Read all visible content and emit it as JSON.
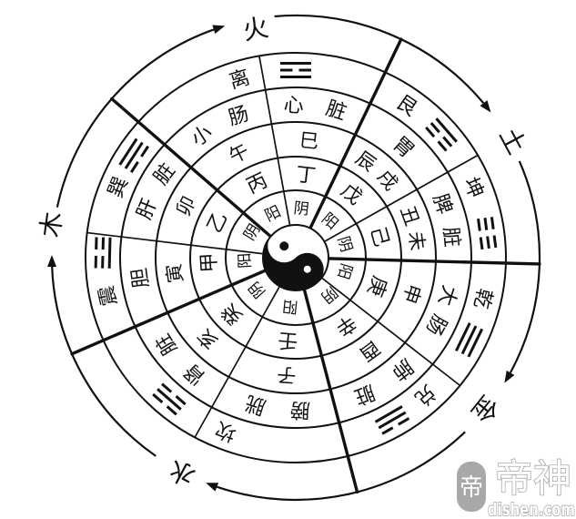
{
  "diagram": {
    "center": {
      "symbol": "☯",
      "name": "yin-yang"
    },
    "arrow_direction": "clockwise",
    "elements": [
      {
        "label": "火",
        "sectors": [
          {
            "trigram": "离",
            "trigram_symbol": null,
            "organ": "小肠",
            "branch": "午",
            "stem": "丙",
            "polarity": "阳"
          },
          {
            "trigram": null,
            "trigram_symbol": "☲",
            "organ": "心脏",
            "branch": "巳",
            "stem": "丁",
            "polarity": "阴"
          }
        ]
      },
      {
        "label": "土",
        "sectors": [
          {
            "trigram": "艮",
            "trigram_symbol": "☶",
            "organ": "胃",
            "branch": "辰戌",
            "stem": "戊",
            "polarity": "阳"
          },
          {
            "trigram": "坤",
            "trigram_symbol": "☷",
            "organ": "脾脏",
            "branch": "丑未",
            "stem": "己",
            "polarity": "阴"
          }
        ]
      },
      {
        "label": "金",
        "sectors": [
          {
            "trigram": "乾",
            "trigram_symbol": "☰",
            "organ": "大肠",
            "branch": "申",
            "stem": "庚",
            "polarity": "阳"
          },
          {
            "trigram": "兑",
            "trigram_symbol": "☱",
            "organ": "肺脏",
            "branch": "酉",
            "stem": "辛",
            "polarity": "阴"
          }
        ]
      },
      {
        "label": "水",
        "sectors": [
          {
            "trigram": "坎",
            "trigram_symbol": null,
            "organ": "膀胱",
            "branch": "子",
            "stem": "壬",
            "polarity": "阳"
          },
          {
            "trigram": null,
            "trigram_symbol": "☵",
            "organ": "肾脏",
            "branch": "亥",
            "stem": "癸",
            "polarity": "阴"
          }
        ]
      },
      {
        "label": "木",
        "sectors": [
          {
            "trigram": "震",
            "trigram_symbol": "☳",
            "organ": "胆",
            "branch": "寅",
            "stem": "甲",
            "polarity": "阳"
          },
          {
            "trigram": "巽",
            "trigram_symbol": "☴",
            "organ": "肝脏",
            "branch": "卯",
            "stem": "乙",
            "polarity": "阴"
          }
        ]
      }
    ]
  },
  "watermark": {
    "logo_glyph": "帝",
    "brand": "帝神",
    "domain": "dishen.com"
  },
  "colors": {
    "ink": "#111111",
    "background": "#ffffff",
    "watermark_gray": "#a8a8a8"
  }
}
